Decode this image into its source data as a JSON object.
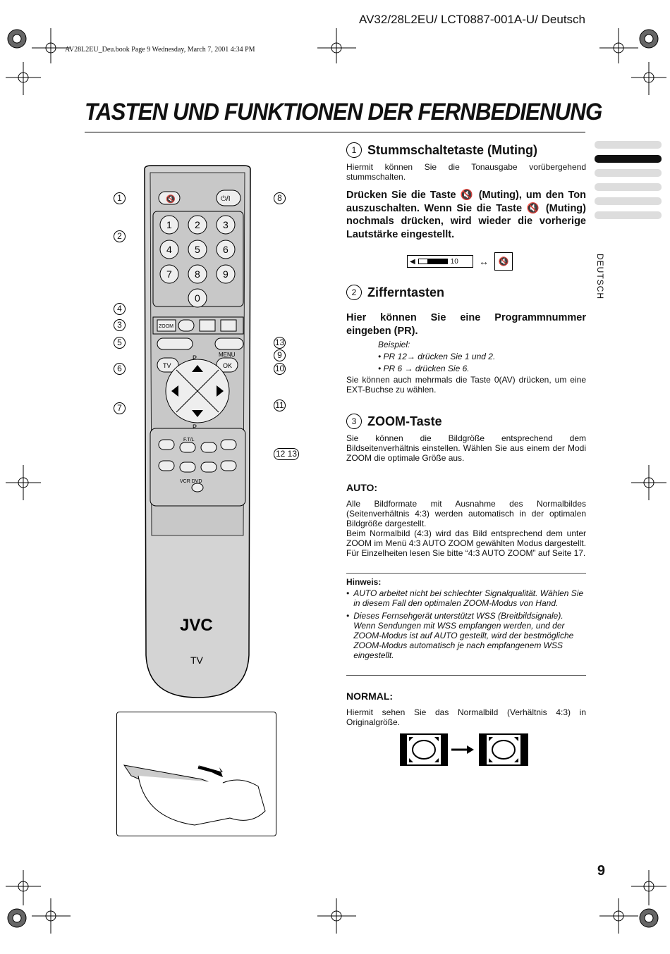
{
  "header": {
    "doc_code": "AV32/28L2EU/ LCT0887-001A-U/ Deutsch",
    "book_info": "AV28L2EU_Deu.book Page 9 Wednesday, March 7, 2001 4:34 PM"
  },
  "title": "TASTEN UND FUNKTIONEN DER FERNBEDIENUNG",
  "side_label": "DEUTSCH",
  "page_number": "9",
  "remote": {
    "digits": [
      "1",
      "2",
      "3",
      "4",
      "5",
      "6",
      "7",
      "8",
      "9",
      "0"
    ],
    "zoom_label": "ZOOM",
    "tv_label": "TV",
    "ok_label": "OK",
    "menu_label": "MENU",
    "ftl_label": "F.T/L",
    "vcr_dvd_label": "VCR DVD",
    "brand": "JVC",
    "brand_sub": "TV",
    "p_plus": "P",
    "p_minus": "P",
    "callouts_left": [
      "1",
      "2",
      "4",
      "3",
      "5",
      "6",
      "7"
    ],
    "callouts_right": [
      "8",
      "13",
      "9",
      "10",
      "11",
      "12 13"
    ]
  },
  "sections": {
    "muting": {
      "num": "1",
      "heading": "Stummschaltetaste (Muting)",
      "intro": "Hiermit können Sie die Tonausgabe vorübergehend stummschalten.",
      "bold": "Drücken Sie die Taste 🔇 (Muting), um den Ton auszuschalten. Wenn Sie die Taste 🔇 (Muting) nochmals drücken, wird wieder die vorherige Lautstärke eingestellt.",
      "osd_value": "10"
    },
    "digits": {
      "num": "2",
      "heading": "Zifferntasten",
      "bold": "Hier können Sie eine Programmnummer eingeben (PR).",
      "example_label": "Beispiel:",
      "example1": "• PR 12→ drücken Sie 1 und 2.",
      "example2": "• PR 6 → drücken Sie 6.",
      "text": "Sie können auch mehrmals die Taste 0(AV) drücken, um eine EXT-Buchse zu wählen."
    },
    "zoom": {
      "num": "3",
      "heading": "ZOOM-Taste",
      "text": "Sie können die Bildgröße entsprechend dem Bildseitenverhältnis einstellen. Wählen Sie aus einem der Modi ZOOM die optimale Größe aus."
    },
    "auto": {
      "heading": "AUTO:",
      "text1": "Alle Bildformate mit Ausnahme des Normalbildes (Seitenverhältnis 4:3) werden automatisch in der optimalen Bildgröße dargestellt.",
      "text2": "Beim Normalbild (4:3) wird das Bild entsprechend dem unter ZOOM im Menü 4:3 AUTO ZOOM gewählten Modus dargestellt. Für Einzelheiten lesen Sie bitte “4:3 AUTO ZOOM” auf Seite 17."
    },
    "hint": {
      "heading": "Hinweis:",
      "item1": "AUTO arbeitet nicht bei schlechter Signalqualität. Wählen Sie in diesem Fall den optimalen ZOOM-Modus von Hand.",
      "item2": "Dieses Fernsehgerät unterstützt WSS (Breitbildsignale). Wenn Sendungen mit WSS empfangen werden, und der ZOOM-Modus ist auf AUTO gestellt, wird der bestmögliche ZOOM-Modus automatisch je nach empfangenem WSS eingestellt."
    },
    "normal": {
      "heading": "NORMAL:",
      "text": "Hiermit sehen Sie das Normalbild (Verhältnis 4:3) in Originalgröße."
    }
  }
}
